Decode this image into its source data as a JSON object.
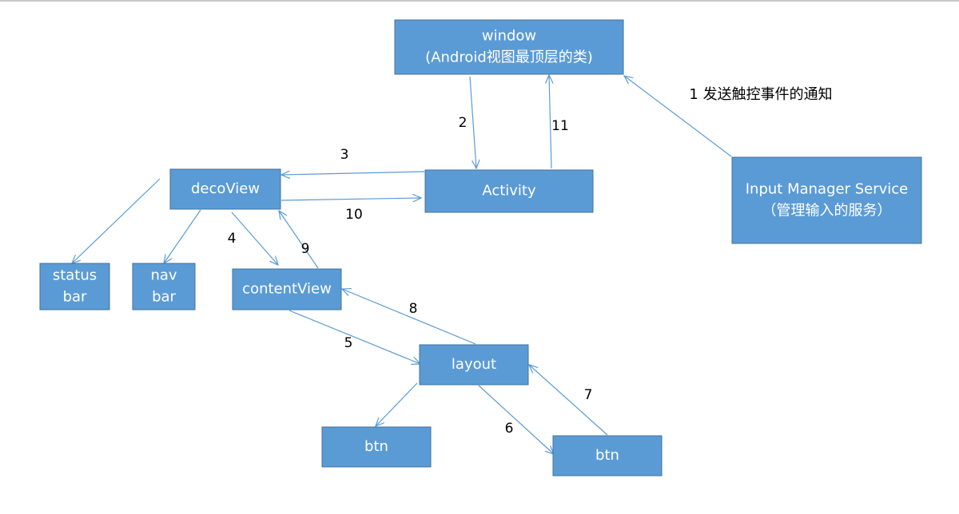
{
  "nodes": {
    "window": {
      "lines": [
        "window",
        "(Android视图最顶层的类)"
      ]
    },
    "activity": {
      "lines": [
        "Activity"
      ]
    },
    "decoView": {
      "lines": [
        "decoView"
      ]
    },
    "input_manager": {
      "lines": [
        "Input Manager Service",
        "（管理输入的服务）"
      ]
    },
    "status_bar": {
      "lines": [
        "status",
        "bar"
      ]
    },
    "nav_bar": {
      "lines": [
        "nav",
        "bar"
      ]
    },
    "contentView": {
      "lines": [
        "contentView"
      ]
    },
    "layout": {
      "lines": [
        "layout"
      ]
    },
    "btn_left": {
      "lines": [
        "btn"
      ]
    },
    "btn_right": {
      "lines": [
        "btn"
      ]
    }
  },
  "edges": [
    {
      "from": "input_manager",
      "to": "window",
      "label": "1 发送触控事件的通知"
    },
    {
      "from": "window",
      "to": "activity",
      "label": "2"
    },
    {
      "from": "activity",
      "to": "decoView",
      "label": "3"
    },
    {
      "from": "decoView",
      "to": "contentView",
      "label": "4"
    },
    {
      "from": "contentView",
      "to": "layout",
      "label": "5"
    },
    {
      "from": "layout",
      "to": "btn_right",
      "label": "6"
    },
    {
      "from": "btn_right",
      "to": "layout",
      "label": "7"
    },
    {
      "from": "layout",
      "to": "contentView",
      "label": "8"
    },
    {
      "from": "contentView",
      "to": "decoView",
      "label": "9"
    },
    {
      "from": "decoView",
      "to": "activity",
      "label": "10"
    },
    {
      "from": "activity",
      "to": "window",
      "label": "11"
    },
    {
      "from": "decoView",
      "to": "status_bar",
      "label": ""
    },
    {
      "from": "decoView",
      "to": "nav_bar",
      "label": ""
    },
    {
      "from": "layout",
      "to": "btn_left",
      "label": ""
    }
  ]
}
